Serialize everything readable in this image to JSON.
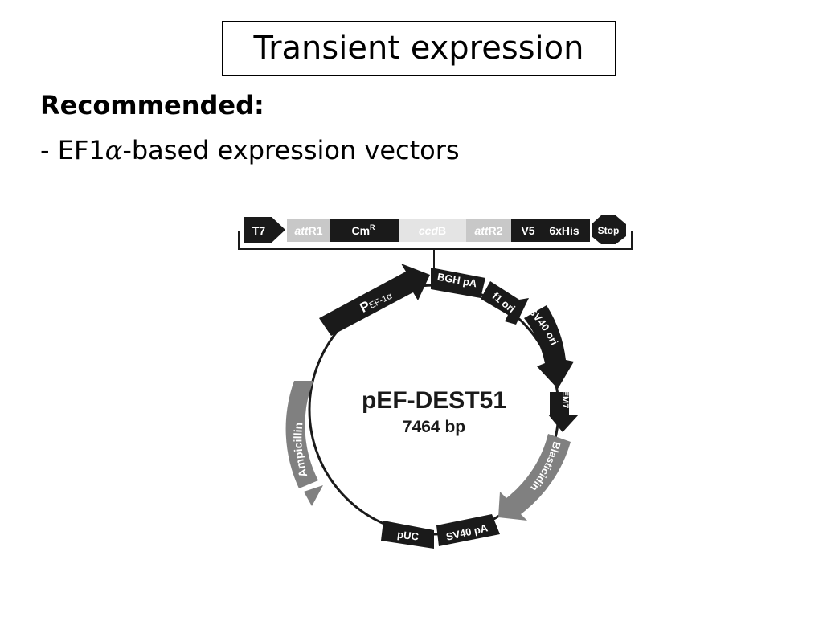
{
  "slide": {
    "title": "Transient expression",
    "recommended": "Recommended:",
    "bullet_prefix": "- EF1",
    "bullet_alpha": "α",
    "bullet_suffix": "-based expression vectors"
  },
  "cassette": {
    "t7": "T7",
    "attr1_italic": "att",
    "attr1_rest": "R1",
    "cm": "Cm",
    "cm_sup": "R",
    "ccdb_italic": "ccd",
    "ccdb_rest": "B",
    "attr2_italic": "att",
    "attr2_rest": "R2",
    "v5": "V5",
    "his": "6xHis",
    "stop": "Stop"
  },
  "plasmid": {
    "name": "pEF-DEST51",
    "size": "7464 bp",
    "features": {
      "promoter_p": "P",
      "promoter_sub": "EF-1α",
      "bgh": "BGH pA",
      "f1": "f1 ori",
      "sv40ori": "SV40 ori",
      "em7": "EM7",
      "blasticidin": "Blasticidin",
      "sv40pa": "SV40 pA",
      "puc": "pUC",
      "ampicillin": "Ampicillin"
    }
  },
  "colors": {
    "dark": "#1a1a1a",
    "grey": "#808080",
    "light_grey": "#c8c8c8"
  }
}
